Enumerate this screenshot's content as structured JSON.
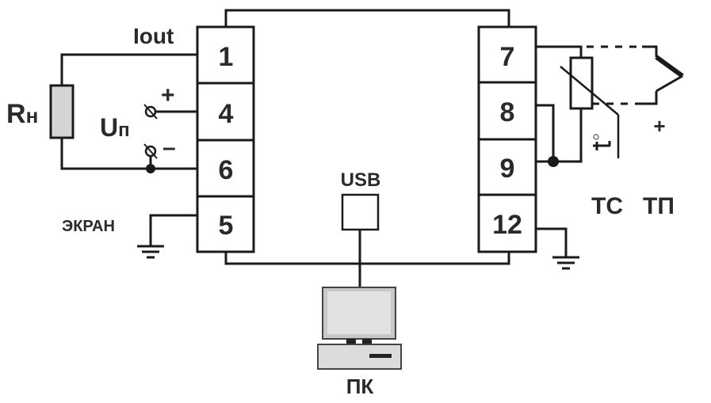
{
  "diagram": {
    "left_terminals": [
      "1",
      "4",
      "6",
      "5"
    ],
    "right_terminals": [
      "7",
      "8",
      "9",
      "12"
    ],
    "labels": {
      "iout": "Iout",
      "load_resistor": "Rн",
      "supply_voltage": "Uп",
      "plus": "+",
      "minus": "–",
      "shield": "ЭКРАН",
      "usb": "USB",
      "pc": "ПК",
      "rtd": "ТС",
      "thermocouple": "ТП",
      "tc_plus": "+",
      "temp_symbol": "t°"
    },
    "colors": {
      "line": "#1a1a1a",
      "resistor_fill": "#d4d4d4",
      "monitor_fill": "#d8d8d8",
      "background": "#ffffff"
    }
  }
}
